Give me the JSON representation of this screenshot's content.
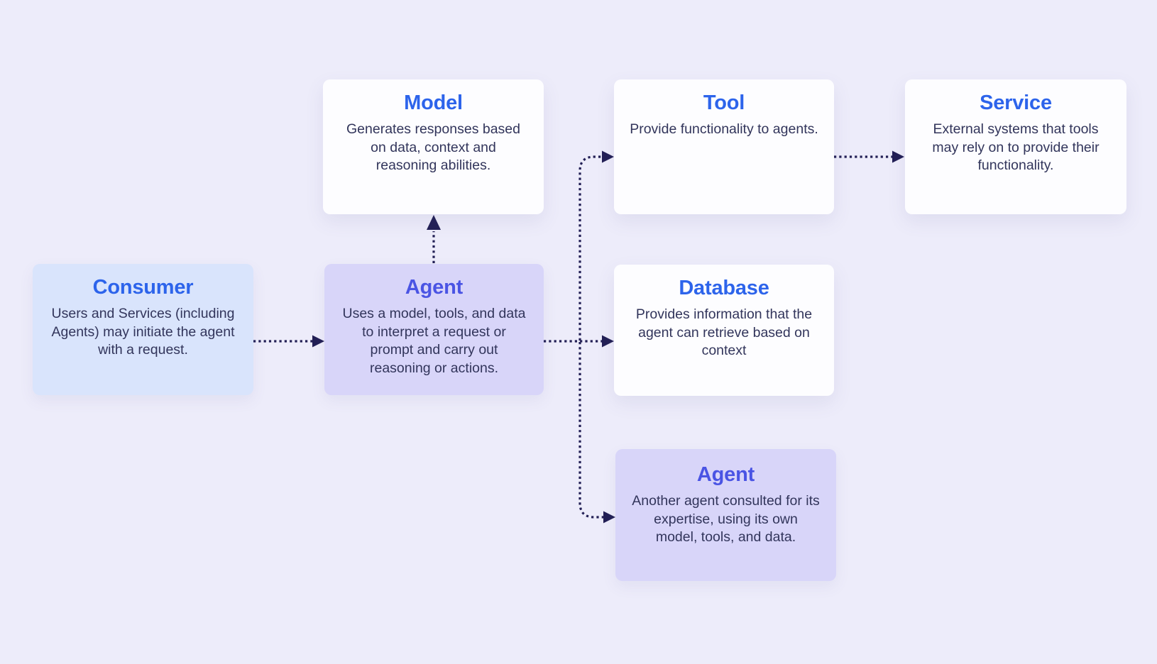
{
  "diagram": {
    "type": "architecture-flow",
    "description": "Agent architecture diagram with dotted arrows between components"
  },
  "colors": {
    "background": "#EDECFA",
    "card-white": "#FDFDFF",
    "card-blue": "#D9E4FC",
    "card-purple": "#D8D5F9",
    "title-blue": "#2D64EB",
    "title-indigo": "#4A54E4",
    "body-text": "#32355B",
    "arrow": "#221F55"
  },
  "nodes": [
    {
      "id": "consumer",
      "title": "Consumer",
      "body": "Users and Services (including Agents) may initiate the agent with a request.",
      "variant": "blue"
    },
    {
      "id": "agent",
      "title": "Agent",
      "body": "Uses a model, tools, and data to interpret a request or prompt and carry out reasoning or actions.",
      "variant": "purple"
    },
    {
      "id": "model",
      "title": "Model",
      "body": "Generates responses based on data, context and reasoning abilities.",
      "variant": "white"
    },
    {
      "id": "tool",
      "title": "Tool",
      "body": "Provide functionality to agents.",
      "variant": "white"
    },
    {
      "id": "service",
      "title": "Service",
      "body": "External systems that tools may rely on to provide their functionality.",
      "variant": "white"
    },
    {
      "id": "database",
      "title": "Database",
      "body": "Provides information that the agent can retrieve based on context",
      "variant": "white"
    },
    {
      "id": "agent2",
      "title": "Agent",
      "body": "Another agent consulted for its expertise, using its own model, tools, and data.",
      "variant": "purple"
    }
  ],
  "edges": [
    {
      "from": "consumer",
      "to": "agent",
      "style": "dotted-arrow"
    },
    {
      "from": "agent",
      "to": "model",
      "style": "dotted-arrow"
    },
    {
      "from": "agent",
      "to": "tool",
      "style": "dotted-arrow"
    },
    {
      "from": "agent",
      "to": "database",
      "style": "dotted-arrow"
    },
    {
      "from": "agent",
      "to": "agent2",
      "style": "dotted-arrow"
    },
    {
      "from": "tool",
      "to": "service",
      "style": "dotted-arrow"
    }
  ]
}
